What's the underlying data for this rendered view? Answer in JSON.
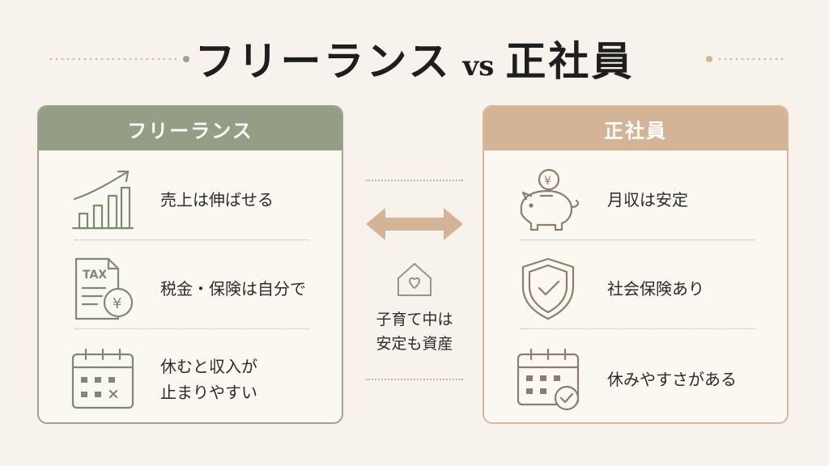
{
  "title": {
    "main": "フリーランス",
    "vs": "vs",
    "rival": "正社員"
  },
  "left": {
    "header": "フリーランス",
    "items": [
      {
        "icon": "growth-chart-icon",
        "label": "売上は伸ばせる"
      },
      {
        "icon": "tax-document-icon",
        "label": "税金・保険は自分で"
      },
      {
        "icon": "calendar-cross-icon",
        "label": "休むと収入が\n止まりやすい"
      }
    ]
  },
  "right": {
    "header": "正社員",
    "items": [
      {
        "icon": "piggy-bank-icon",
        "label": "月収は安定"
      },
      {
        "icon": "shield-check-icon",
        "label": "社会保険あり"
      },
      {
        "icon": "calendar-check-icon",
        "label": "休みやすさがある"
      }
    ]
  },
  "center": {
    "icon": "house-heart-icon",
    "note": "子育て中は\n安定も資産"
  },
  "colors": {
    "background": "#f7f3ec",
    "freelance": "#939e84",
    "employee": "#d4b496",
    "arrow": "#d3b497"
  }
}
